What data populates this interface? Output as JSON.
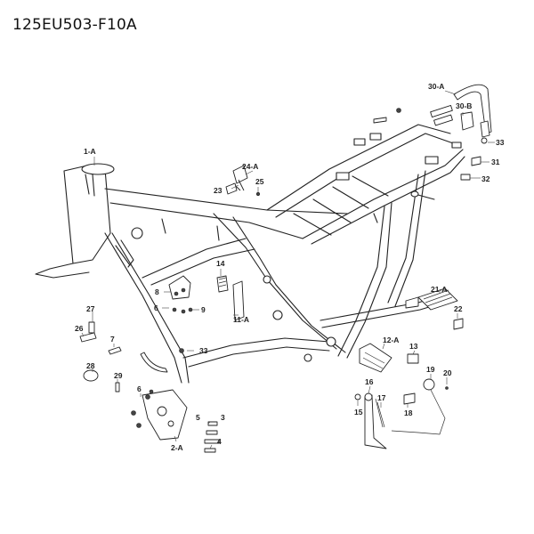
{
  "title": "125EU503-F10A",
  "callouts": {
    "c1A": "1-A",
    "c2A": "2-A",
    "c3": "3",
    "c4": "4",
    "c5": "5",
    "c6a": "6",
    "c6b": "6",
    "c7": "7",
    "c8": "8",
    "c9": "9",
    "c11A": "11-A",
    "c12A": "12-A",
    "c13": "13",
    "c14": "14",
    "c15": "15",
    "c16": "16",
    "c17": "17",
    "c18": "18",
    "c19": "19",
    "c20": "20",
    "c21A": "21-A",
    "c22": "22",
    "c23": "23",
    "c24A": "24-A",
    "c25": "25",
    "c26": "26",
    "c27": "27",
    "c28": "28",
    "c29": "29",
    "c30A": "30-A",
    "c30B": "30-B",
    "c31": "31",
    "c32": "32",
    "c33a": "33",
    "c33b": "33"
  }
}
